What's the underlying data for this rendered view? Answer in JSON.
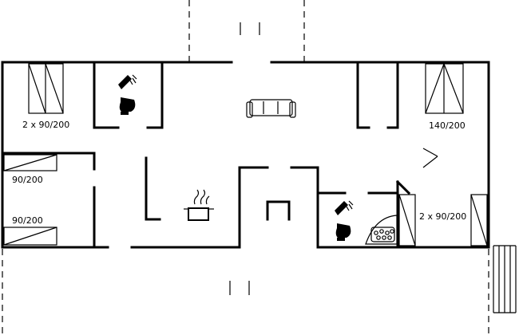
{
  "labels": {
    "bedroom_nw": "2 x 90/200",
    "bed_w_upper": "90/200",
    "bed_w_lower": "90/200",
    "bedroom_ne": "140/200",
    "bedroom_se": "2 x 90/200"
  },
  "icons": {
    "shower_nw": "shower-icon",
    "toilet_nw": "toilet-icon",
    "sofa": "sofa-icon",
    "stove": "cooking-pot-icon",
    "shower_se": "shower-icon",
    "toilet_se": "toilet-icon",
    "sauna": "sauna-stove-icon",
    "stairs": "stairs-icon"
  }
}
